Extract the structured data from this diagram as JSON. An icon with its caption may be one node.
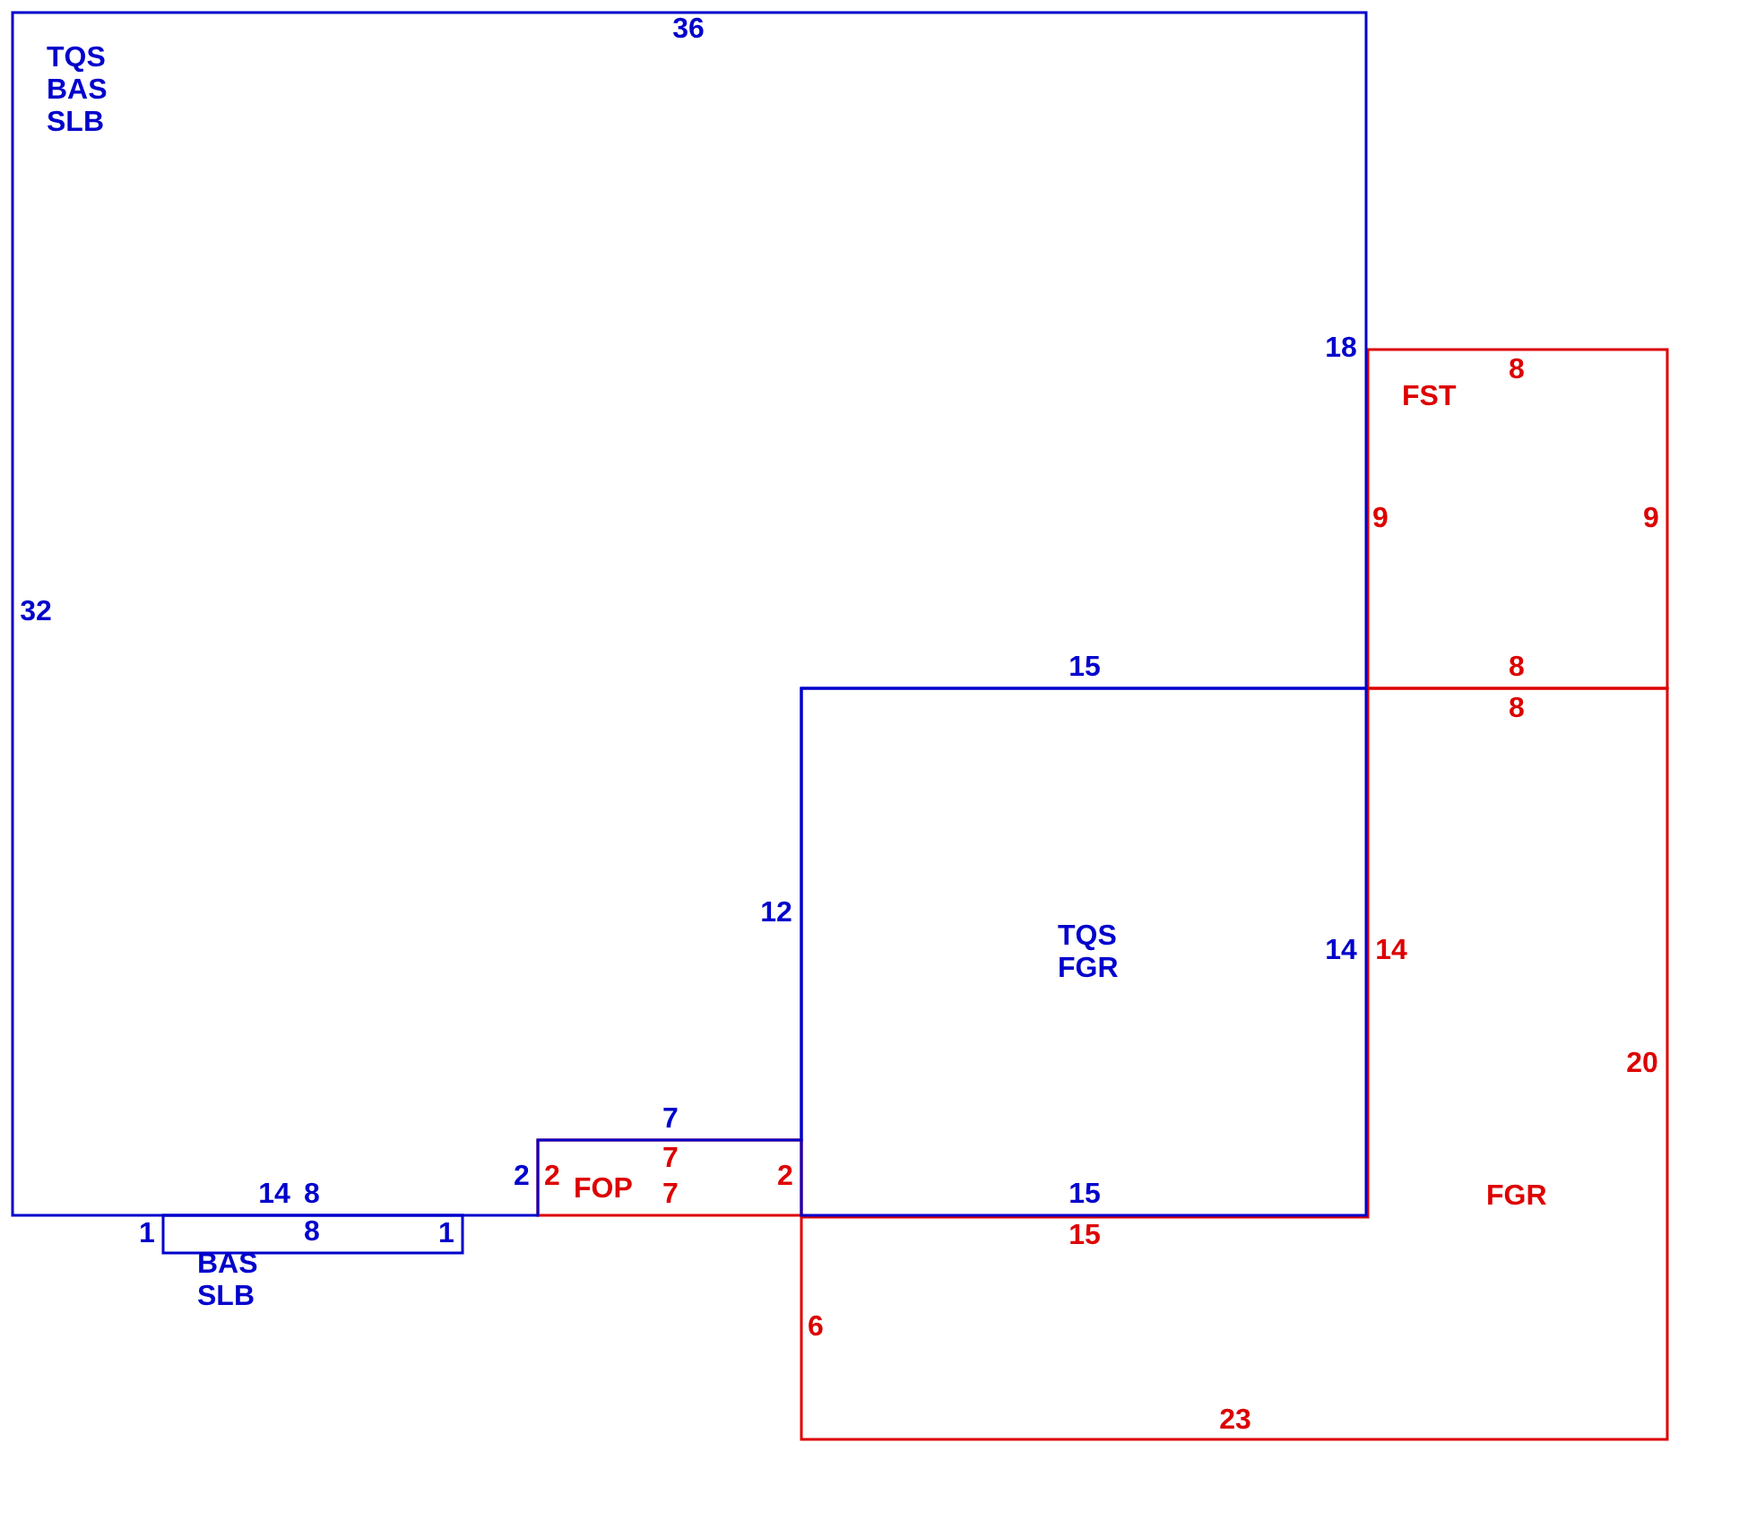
{
  "diagram": {
    "nodes": [
      {
        "text": [
          "TQS BAS SLB"
        ]
      },
      {
        "text": [
          "TQS FGR"
        ]
      },
      {
        "text": [
          "BAS SLB"
        ]
      },
      {
        "text": [
          "FOP"
        ]
      },
      {
        "text": [
          "FST"
        ]
      },
      {
        "text": [
          "FGR"
        ]
      }
    ],
    "labels": [
      "36",
      "18",
      "8",
      "9",
      "9",
      "32",
      "15",
      "8",
      "8",
      "12",
      "14",
      "14",
      "20",
      "7",
      "7",
      "2",
      "2",
      "2",
      "14",
      "8",
      "7",
      "15",
      "1",
      "8",
      "1",
      "15",
      "6",
      "23"
    ]
  }
}
